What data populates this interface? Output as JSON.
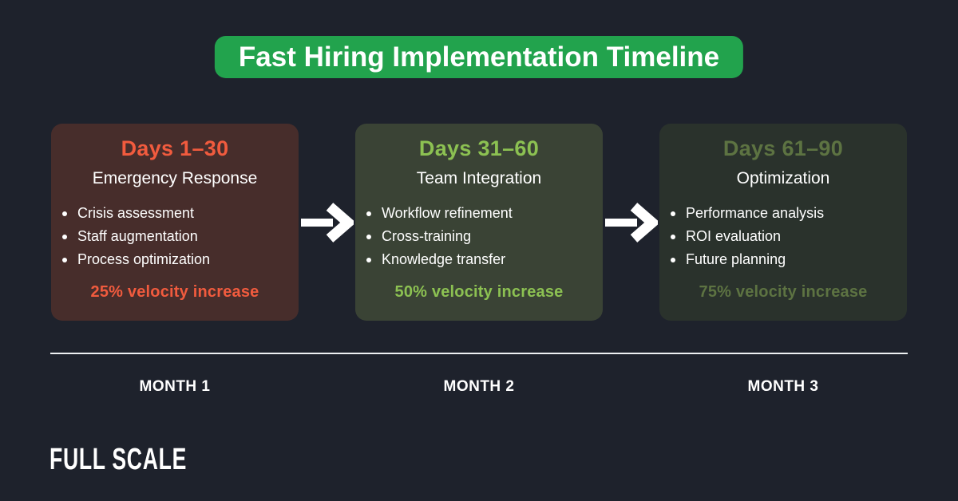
{
  "colors": {
    "background": "#1e222c",
    "title_bg": "#22a34d",
    "text_white": "#ffffff",
    "divider": "#eef1f3",
    "card1_bg": "#472d2b",
    "card1_accent": "#f15b3e",
    "card2_bg": "#3a4335",
    "card2_accent": "#8cc152",
    "card3_bg": "#2a322c",
    "card3_accent": "#5d7342"
  },
  "header": {
    "title": "Fast Hiring Implementation Timeline"
  },
  "cards": [
    {
      "title": "Days 1–30",
      "subtitle": "Emergency Response",
      "bullets": [
        "Crisis assessment",
        "Staff augmentation",
        "Process optimization"
      ],
      "footer": "25% velocity increase"
    },
    {
      "title": "Days 31–60",
      "subtitle": "Team Integration",
      "bullets": [
        "Workflow refinement",
        "Cross-training",
        "Knowledge transfer"
      ],
      "footer": "50% velocity increase"
    },
    {
      "title": "Days 61–90",
      "subtitle": "Optimization",
      "bullets": [
        "Performance analysis",
        "ROI evaluation",
        "Future planning"
      ],
      "footer": "75% velocity increase"
    }
  ],
  "timeline": {
    "months": [
      "MONTH 1",
      "MONTH 2",
      "MONTH 3"
    ]
  },
  "footer": {
    "logo": "FULL SCALE"
  }
}
